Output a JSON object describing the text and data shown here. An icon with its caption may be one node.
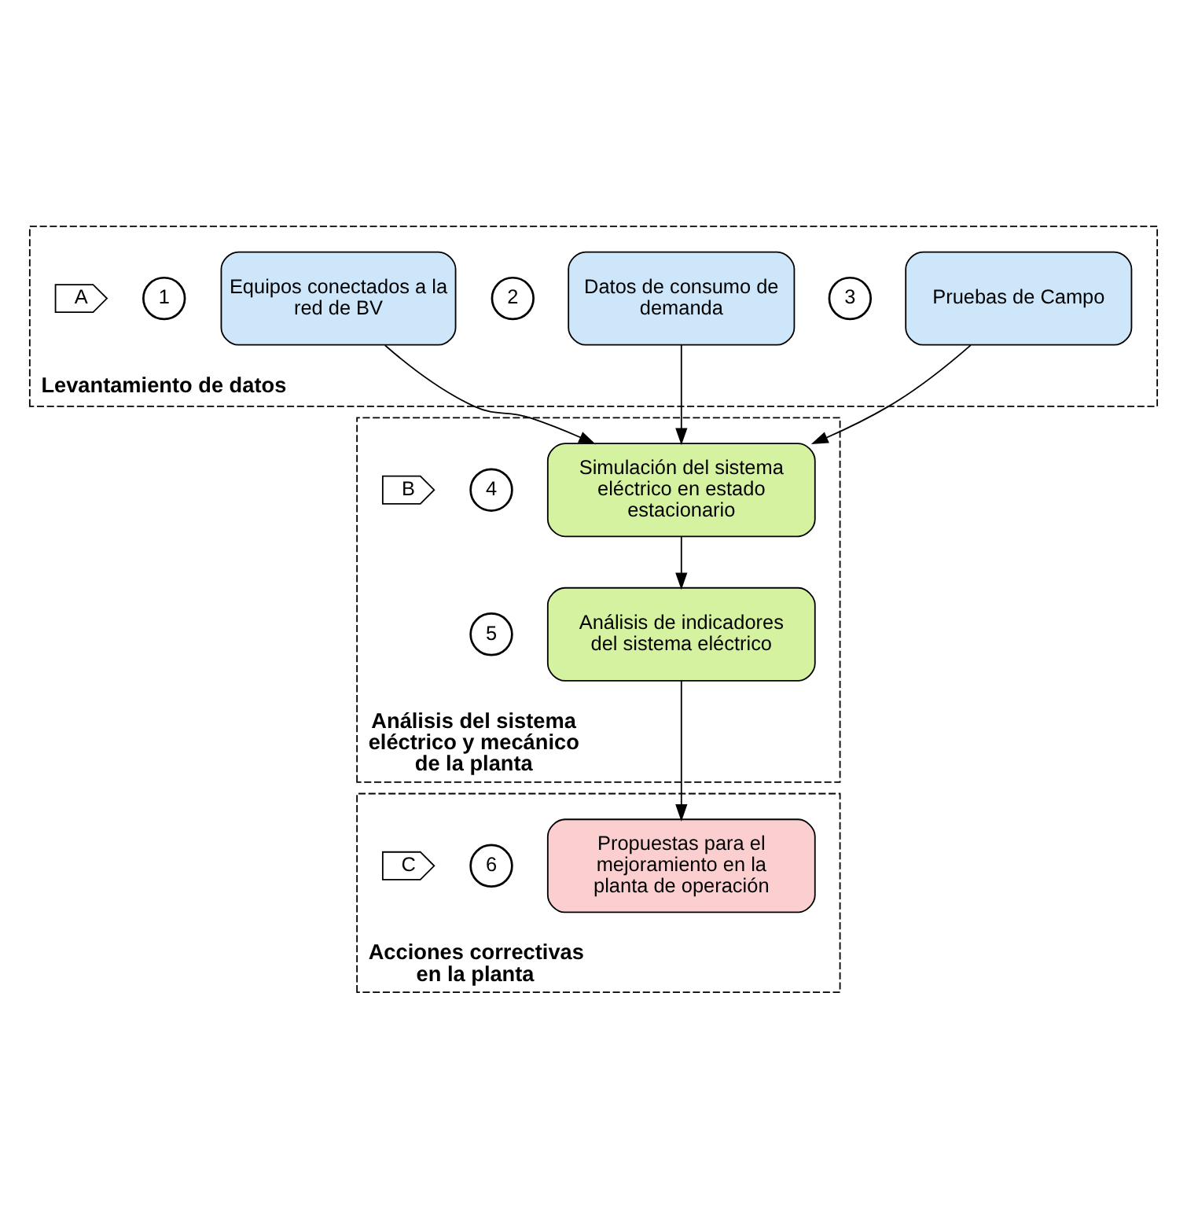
{
  "diagram": {
    "nodes": [
      {
        "text": [
          "Levantamiento de datos"
        ]
      },
      {
        "text": [
          "A"
        ],
        "in": 0
      },
      {
        "text": [
          "1"
        ],
        "in": 0
      },
      {
        "text": [
          "Equipos conectados a la red de BV"
        ],
        "in": 0
      },
      {
        "text": [
          "2"
        ],
        "in": 0
      },
      {
        "text": [
          "Datos de consumo de demanda"
        ],
        "in": 0
      },
      {
        "text": [
          "3"
        ],
        "in": 0
      },
      {
        "text": [
          "Pruebas de Campo"
        ],
        "in": 0
      },
      {
        "text": [
          "Análisis del sistema eléctrico y mecánico de la planta"
        ]
      },
      {
        "text": [
          "B"
        ],
        "in": 8
      },
      {
        "text": [
          "4"
        ],
        "in": 8
      },
      {
        "text": [
          "Simulación del sistema eléctrico en estado estacionario"
        ],
        "in": 8
      },
      {
        "text": [
          "5"
        ],
        "in": 8
      },
      {
        "text": [
          "Análisis de indicadores del sistema eléctrico"
        ],
        "in": 8
      },
      {
        "text": [
          "Acciones correctivas en la planta"
        ]
      },
      {
        "text": [
          "C"
        ],
        "in": 14
      },
      {
        "text": [
          "6"
        ],
        "in": 14
      },
      {
        "text": [
          "Propuestas para el mejoramiento en la planta de operación"
        ],
        "in": 14
      }
    ],
    "edges": [
      {
        "from": 3,
        "to": 11,
        "arrow": "to"
      },
      {
        "from": 5,
        "to": 11,
        "arrow": "to"
      },
      {
        "from": 7,
        "to": 11,
        "arrow": "to"
      },
      {
        "from": 11,
        "to": 13,
        "arrow": "to"
      },
      {
        "from": 13,
        "to": 17,
        "arrow": "to"
      }
    ]
  }
}
